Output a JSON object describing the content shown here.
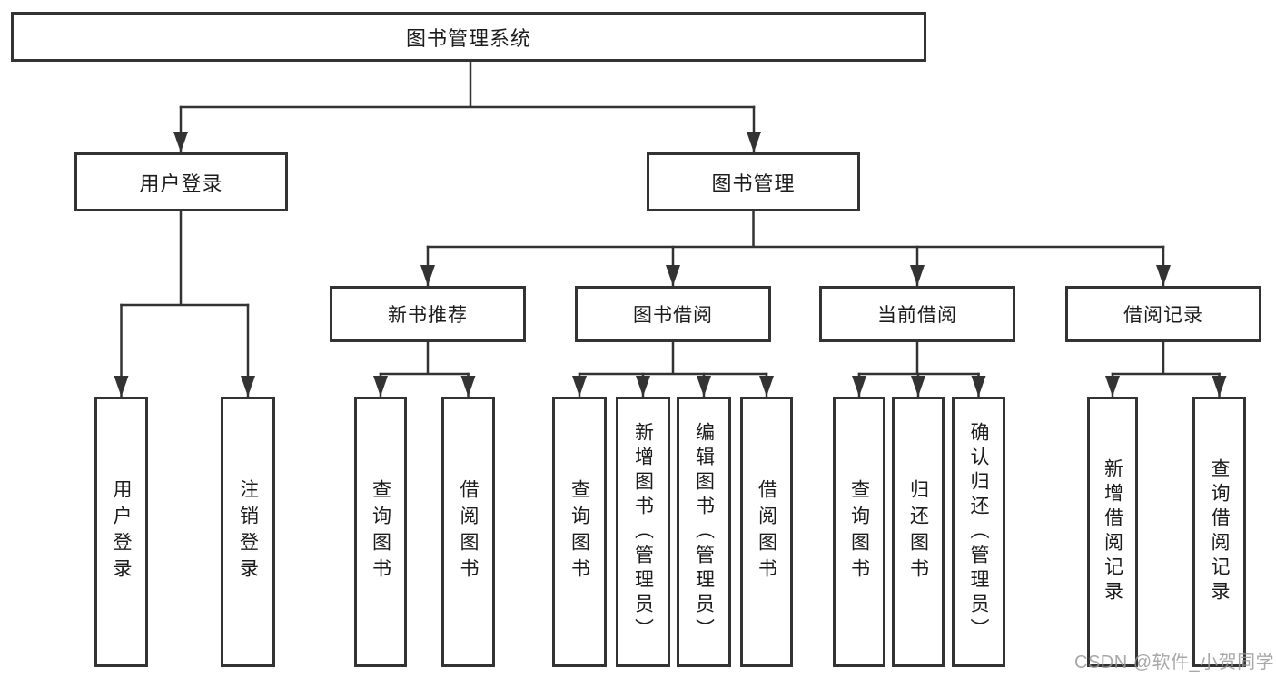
{
  "diagram": {
    "root": "图书管理系统",
    "branches": [
      {
        "label": "用户登录",
        "children": [
          "用户登录",
          "注销登录"
        ]
      },
      {
        "label": "图书管理",
        "children": [
          {
            "label": "新书推荐",
            "children": [
              "查询图书",
              "借阅图书"
            ]
          },
          {
            "label": "图书借阅",
            "children": [
              "查询图书",
              "新增图书（管理员）",
              "编辑图书（管理员）",
              "借阅图书"
            ]
          },
          {
            "label": "当前借阅",
            "children": [
              "查询图书",
              "归还图书",
              "确认归还（管理员）"
            ]
          },
          {
            "label": "借阅记录",
            "children": [
              "新增借阅记录",
              "查询借阅记录"
            ]
          }
        ]
      }
    ]
  },
  "watermark": "CSDN @软件_小贺同学",
  "colors": {
    "line": "#333333",
    "box_border": "#333333",
    "box_fill": "#ffffff",
    "text": "#1c1c1c",
    "watermark": "#999999",
    "background": "#ffffff"
  }
}
